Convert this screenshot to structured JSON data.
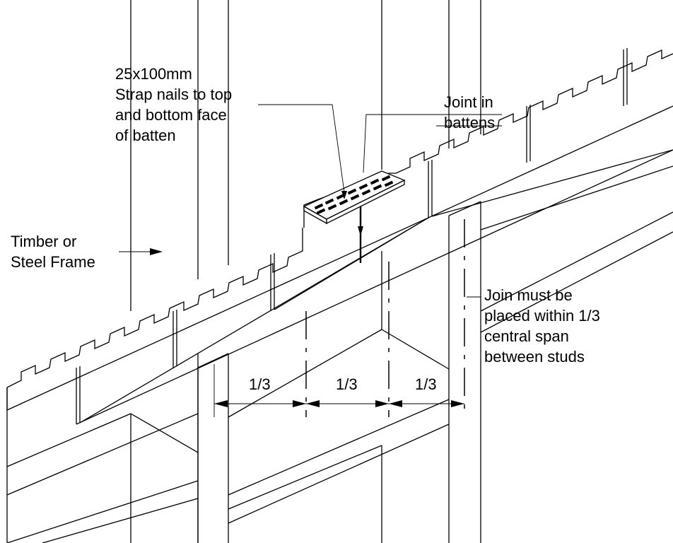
{
  "labels": {
    "strap": [
      "25x100mm",
      "Strap nails to top",
      "and bottom face",
      "of batten"
    ],
    "joint": [
      "Joint in",
      "battens"
    ],
    "frame": [
      "Timber or",
      "Steel Frame"
    ],
    "join_rule": [
      "Join must be",
      "placed within 1/3",
      "central span",
      "between studs"
    ],
    "thirds": [
      "1/3",
      "1/3",
      "1/3"
    ]
  }
}
